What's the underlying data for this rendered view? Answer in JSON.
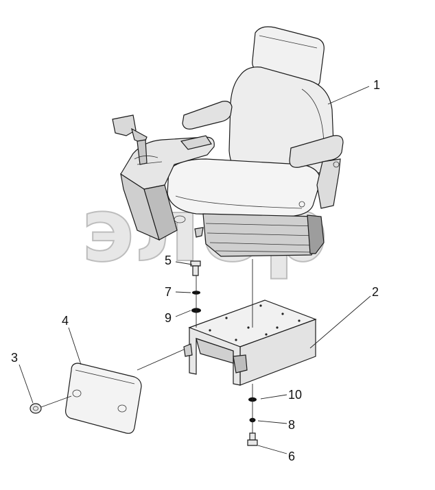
{
  "watermark": "элбр",
  "callouts": [
    {
      "id": "1",
      "text": "1"
    },
    {
      "id": "2",
      "text": "2"
    },
    {
      "id": "3",
      "text": "3"
    },
    {
      "id": "4",
      "text": "4"
    },
    {
      "id": "5",
      "text": "5"
    },
    {
      "id": "6",
      "text": "6"
    },
    {
      "id": "7",
      "text": "7"
    },
    {
      "id": "8",
      "text": "8"
    },
    {
      "id": "9",
      "text": "9"
    },
    {
      "id": "10",
      "text": "10"
    }
  ],
  "colors": {
    "stroke": "#1a1a1a",
    "fill_light": "#f3f3f3",
    "fill_mid": "#e4e4e4",
    "fill_dark": "#bdbdbd",
    "watermark": "#d4d4d4"
  }
}
